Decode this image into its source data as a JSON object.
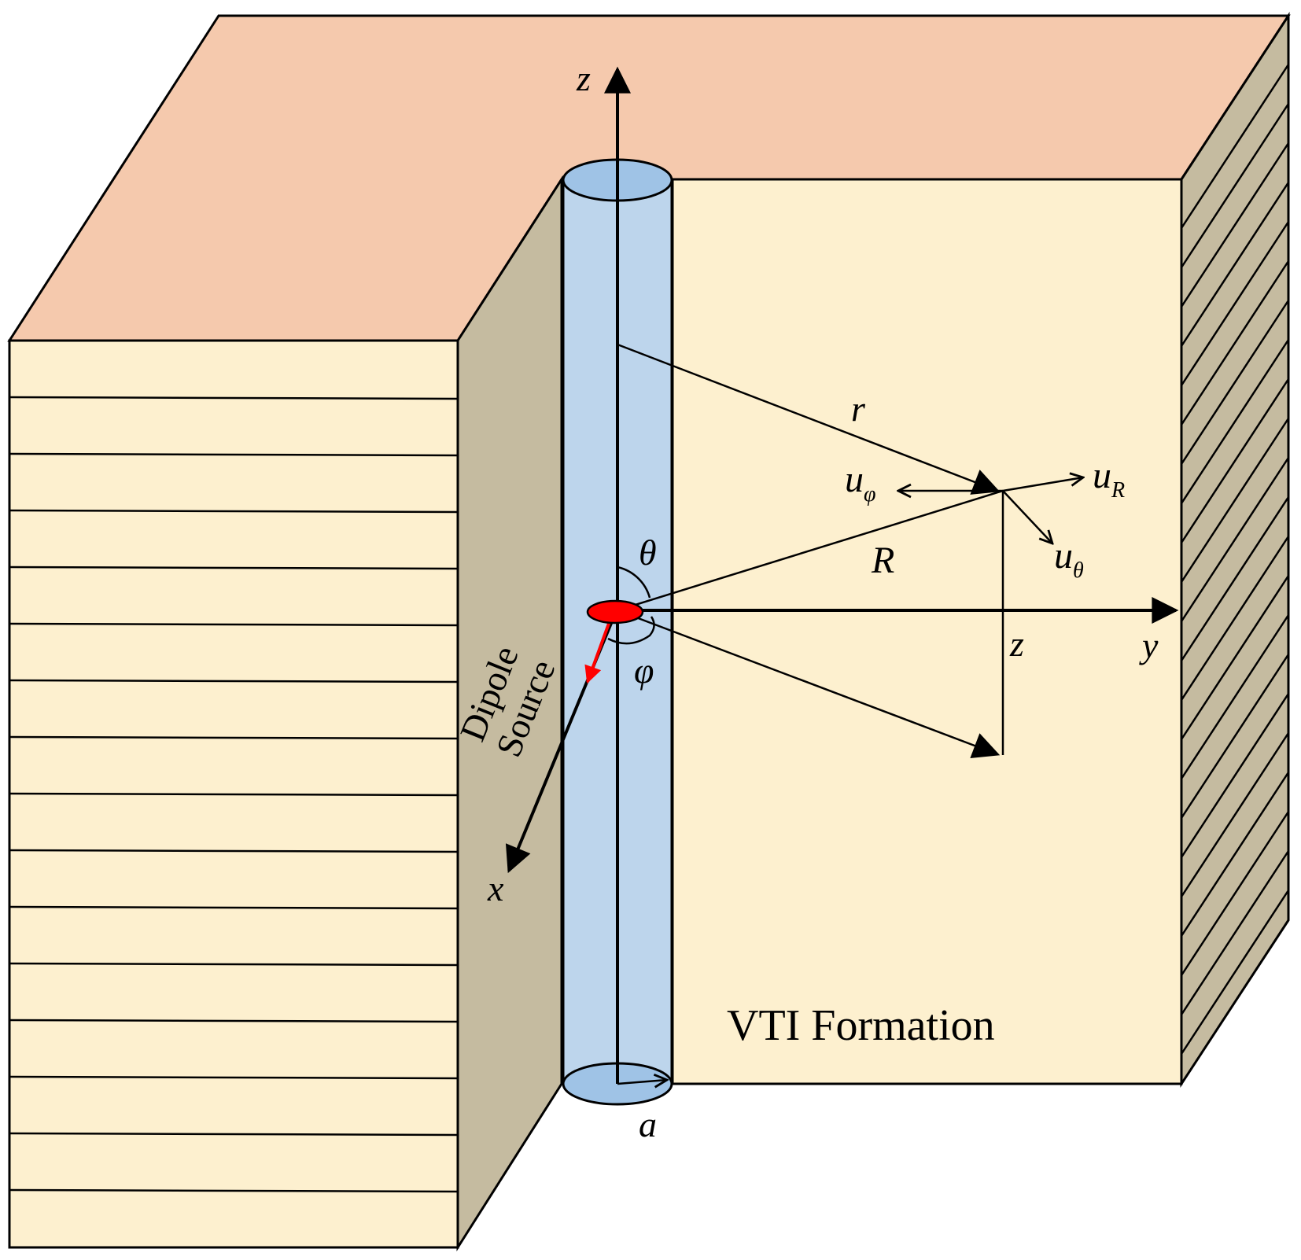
{
  "colors": {
    "top_face": "#f5c9ad",
    "front_face": "#fdf0cf",
    "side_face": "#c5bba0",
    "borehole": "#bdd5ec",
    "borehole_cap": "#9fc3e6",
    "source": "#ff0000",
    "line": "#000000"
  },
  "labels": {
    "axis_z": "z",
    "axis_x": "x",
    "axis_y": "y",
    "r": "r",
    "R": "R",
    "theta": "θ",
    "phi": "φ",
    "z_height": "z",
    "radius": "a",
    "u_phi_base": "u",
    "u_phi_sub": "φ",
    "u_R_base": "u",
    "u_R_sub": "R",
    "u_theta_base": "u",
    "u_theta_sub": "θ",
    "dipole_line1": "Dipole",
    "dipole_line2": "Source",
    "formation": "VTI Formation"
  },
  "icons": {
    "source": "dipole-source-ellipse-icon"
  }
}
